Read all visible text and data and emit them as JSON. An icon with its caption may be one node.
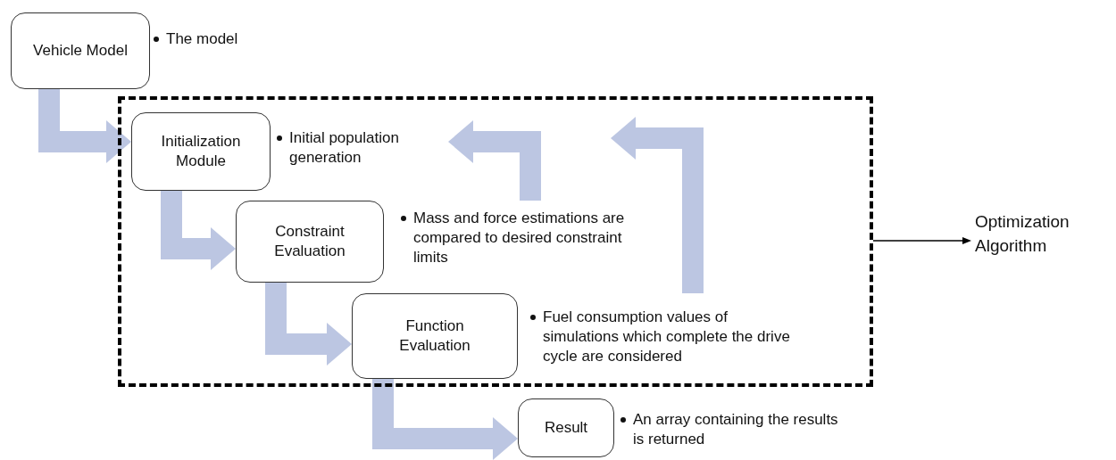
{
  "diagram": {
    "nodes": [
      {
        "text": [
          "Vehicle Model"
        ],
        "beside": [
          "The model"
        ]
      },
      {
        "text": [],
        "shape": "box"
      },
      {
        "text": [
          "Optimization Algorithm"
        ]
      },
      {
        "text": [
          "Initialization Module"
        ],
        "beside": [
          "Initial population generation"
        ],
        "in": 1
      },
      {
        "text": [
          "Constraint Evaluation"
        ],
        "beside": [
          "Mass and force estimations are compared to desired constraint limits"
        ],
        "in": 1
      },
      {
        "text": [
          "Function Evaluation"
        ],
        "beside": [
          "Fuel consumption values of simulations which complete the drive cycle are considered"
        ],
        "in": 1
      },
      {
        "text": [
          "Result"
        ],
        "beside": [
          "An array containing the results is returned"
        ]
      }
    ],
    "edges": [
      {
        "from": 0,
        "to": 3,
        "arrow": "to"
      },
      {
        "from": 3,
        "to": 4,
        "arrow": "to"
      },
      {
        "from": 4,
        "to": 5,
        "arrow": "to"
      },
      {
        "from": 5,
        "to": 6,
        "arrow": "to"
      },
      {
        "from": 4,
        "to": 3,
        "arrow": "to"
      },
      {
        "from": 5,
        "to": 4,
        "arrow": "to"
      },
      {
        "from": 1,
        "to": 2,
        "arrow": "to",
        "color": "#000000"
      }
    ]
  }
}
